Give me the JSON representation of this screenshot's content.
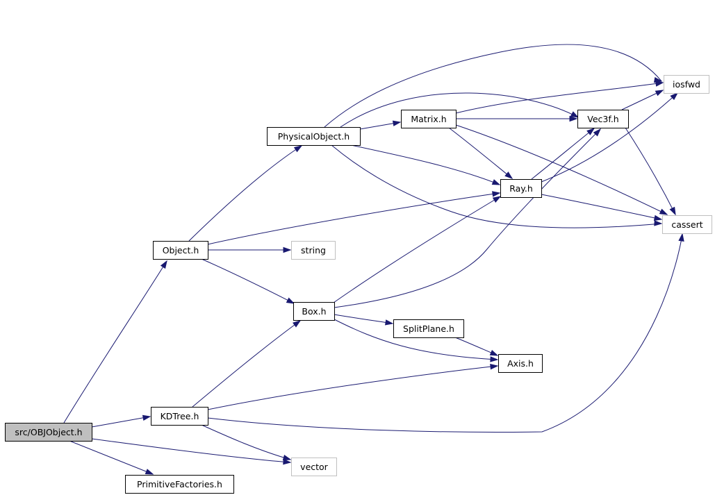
{
  "diagram": {
    "nodes": [
      {
        "id": "objobject",
        "label": "src/OBJObject.h",
        "kind": "root"
      },
      {
        "id": "object",
        "label": "Object.h",
        "kind": "internal"
      },
      {
        "id": "kdtree",
        "label": "KDTree.h",
        "kind": "internal"
      },
      {
        "id": "primitivefactories",
        "label": "PrimitiveFactories.h",
        "kind": "internal"
      },
      {
        "id": "physicalobject",
        "label": "PhysicalObject.h",
        "kind": "internal"
      },
      {
        "id": "string",
        "label": "string",
        "kind": "external"
      },
      {
        "id": "box",
        "label": "Box.h",
        "kind": "internal"
      },
      {
        "id": "vector",
        "label": "vector",
        "kind": "external"
      },
      {
        "id": "matrix",
        "label": "Matrix.h",
        "kind": "internal"
      },
      {
        "id": "ray",
        "label": "Ray.h",
        "kind": "internal"
      },
      {
        "id": "splitplane",
        "label": "SplitPlane.h",
        "kind": "internal"
      },
      {
        "id": "axis",
        "label": "Axis.h",
        "kind": "internal"
      },
      {
        "id": "vec3f",
        "label": "Vec3f.h",
        "kind": "internal"
      },
      {
        "id": "iosfwd",
        "label": "iosfwd",
        "kind": "external"
      },
      {
        "id": "cassert",
        "label": "cassert",
        "kind": "external"
      }
    ],
    "edges": [
      {
        "from": "objobject",
        "to": "object"
      },
      {
        "from": "objobject",
        "to": "kdtree"
      },
      {
        "from": "objobject",
        "to": "vector"
      },
      {
        "from": "objobject",
        "to": "primitivefactories"
      },
      {
        "from": "object",
        "to": "physicalobject"
      },
      {
        "from": "object",
        "to": "ray"
      },
      {
        "from": "object",
        "to": "string"
      },
      {
        "from": "object",
        "to": "box"
      },
      {
        "from": "physicalobject",
        "to": "iosfwd"
      },
      {
        "from": "physicalobject",
        "to": "vec3f"
      },
      {
        "from": "physicalobject",
        "to": "matrix"
      },
      {
        "from": "physicalobject",
        "to": "ray"
      },
      {
        "from": "physicalobject",
        "to": "cassert"
      },
      {
        "from": "matrix",
        "to": "iosfwd"
      },
      {
        "from": "matrix",
        "to": "vec3f"
      },
      {
        "from": "matrix",
        "to": "ray"
      },
      {
        "from": "matrix",
        "to": "cassert"
      },
      {
        "from": "vec3f",
        "to": "iosfwd"
      },
      {
        "from": "vec3f",
        "to": "cassert"
      },
      {
        "from": "ray",
        "to": "vec3f"
      },
      {
        "from": "ray",
        "to": "iosfwd"
      },
      {
        "from": "ray",
        "to": "cassert"
      },
      {
        "from": "box",
        "to": "ray"
      },
      {
        "from": "box",
        "to": "vec3f"
      },
      {
        "from": "box",
        "to": "splitplane"
      },
      {
        "from": "box",
        "to": "axis"
      },
      {
        "from": "splitplane",
        "to": "axis"
      },
      {
        "from": "kdtree",
        "to": "box"
      },
      {
        "from": "kdtree",
        "to": "axis"
      },
      {
        "from": "kdtree",
        "to": "cassert"
      },
      {
        "from": "kdtree",
        "to": "vector"
      }
    ],
    "colors": {
      "edge": "#191970",
      "node_border": "#000000",
      "external_border": "#bfbfbf",
      "root_fill": "#bfbfbf",
      "background": "#ffffff"
    }
  }
}
